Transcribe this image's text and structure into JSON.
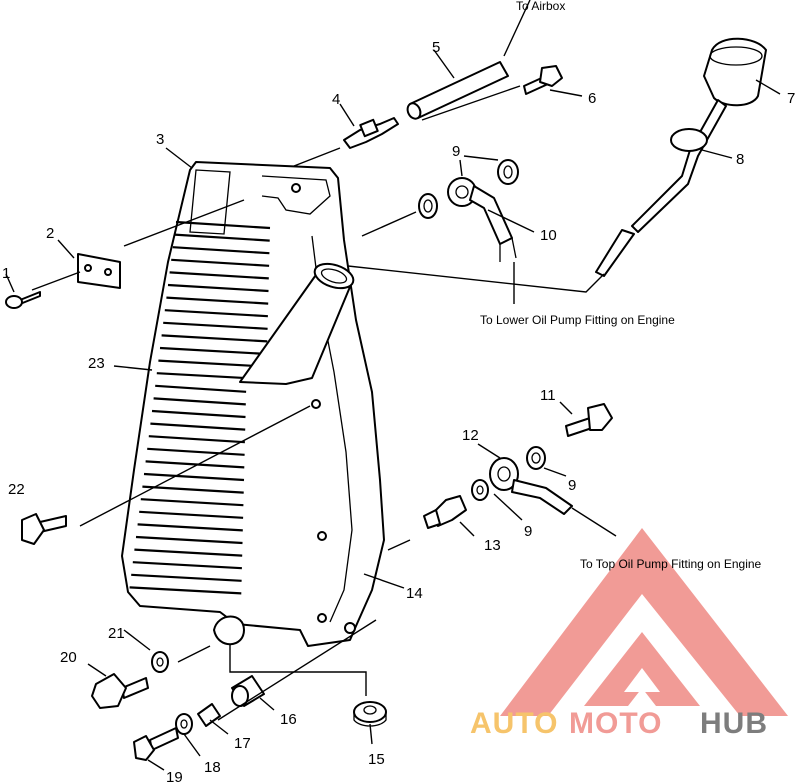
{
  "diagram": {
    "callouts": [
      {
        "id": "1",
        "label": "1"
      },
      {
        "id": "2",
        "label": "2"
      },
      {
        "id": "3",
        "label": "3"
      },
      {
        "id": "4",
        "label": "4"
      },
      {
        "id": "5",
        "label": "5"
      },
      {
        "id": "6",
        "label": "6"
      },
      {
        "id": "7",
        "label": "7"
      },
      {
        "id": "8",
        "label": "8"
      },
      {
        "id": "9a",
        "label": "9"
      },
      {
        "id": "10",
        "label": "10"
      },
      {
        "id": "11",
        "label": "11"
      },
      {
        "id": "12",
        "label": "12"
      },
      {
        "id": "9b",
        "label": "9"
      },
      {
        "id": "9c",
        "label": "9"
      },
      {
        "id": "13",
        "label": "13"
      },
      {
        "id": "14",
        "label": "14"
      },
      {
        "id": "15",
        "label": "15"
      },
      {
        "id": "16",
        "label": "16"
      },
      {
        "id": "17",
        "label": "17"
      },
      {
        "id": "18",
        "label": "18"
      },
      {
        "id": "19",
        "label": "19"
      },
      {
        "id": "20",
        "label": "20"
      },
      {
        "id": "21",
        "label": "21"
      },
      {
        "id": "22",
        "label": "22"
      },
      {
        "id": "23",
        "label": "23"
      }
    ],
    "notes": {
      "to_airbox": "To Airbox",
      "to_lower_pump": "To Lower Oil Pump Fitting on Engine",
      "to_top_pump": "To Top Oil Pump Fitting on Engine"
    }
  },
  "watermark": {
    "word_auto": "AUTO",
    "word_moto": "MOTO",
    "word_hub": "HUB",
    "colors": {
      "red": "#f19b96",
      "yellow": "#f6c46b",
      "gray": "#7d7d7d"
    }
  }
}
